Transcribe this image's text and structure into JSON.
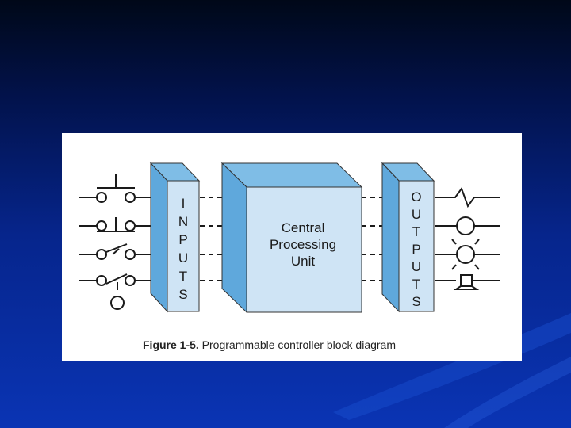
{
  "diagram": {
    "inputs_letters": [
      "I",
      "N",
      "P",
      "U",
      "T",
      "S"
    ],
    "outputs_letters": [
      "O",
      "U",
      "T",
      "P",
      "U",
      "T",
      "S"
    ],
    "cpu_lines": [
      "Central",
      "Processing",
      "Unit"
    ],
    "caption_label": "Figure 1-5.",
    "caption_text": " Programmable controller block diagram"
  },
  "colors": {
    "box_face": "#cfe4f5",
    "box_side": "#5fa8dc",
    "box_top": "#7fbde6",
    "line": "#1a1a1a"
  },
  "icons": {
    "inputs": [
      "normally-open-pushbutton-icon",
      "normally-closed-pushbutton-icon",
      "toggle-switch-icon",
      "limit-switch-icon"
    ],
    "outputs": [
      "heater-icon",
      "lamp-icon",
      "indicator-light-icon",
      "horn-icon"
    ]
  }
}
